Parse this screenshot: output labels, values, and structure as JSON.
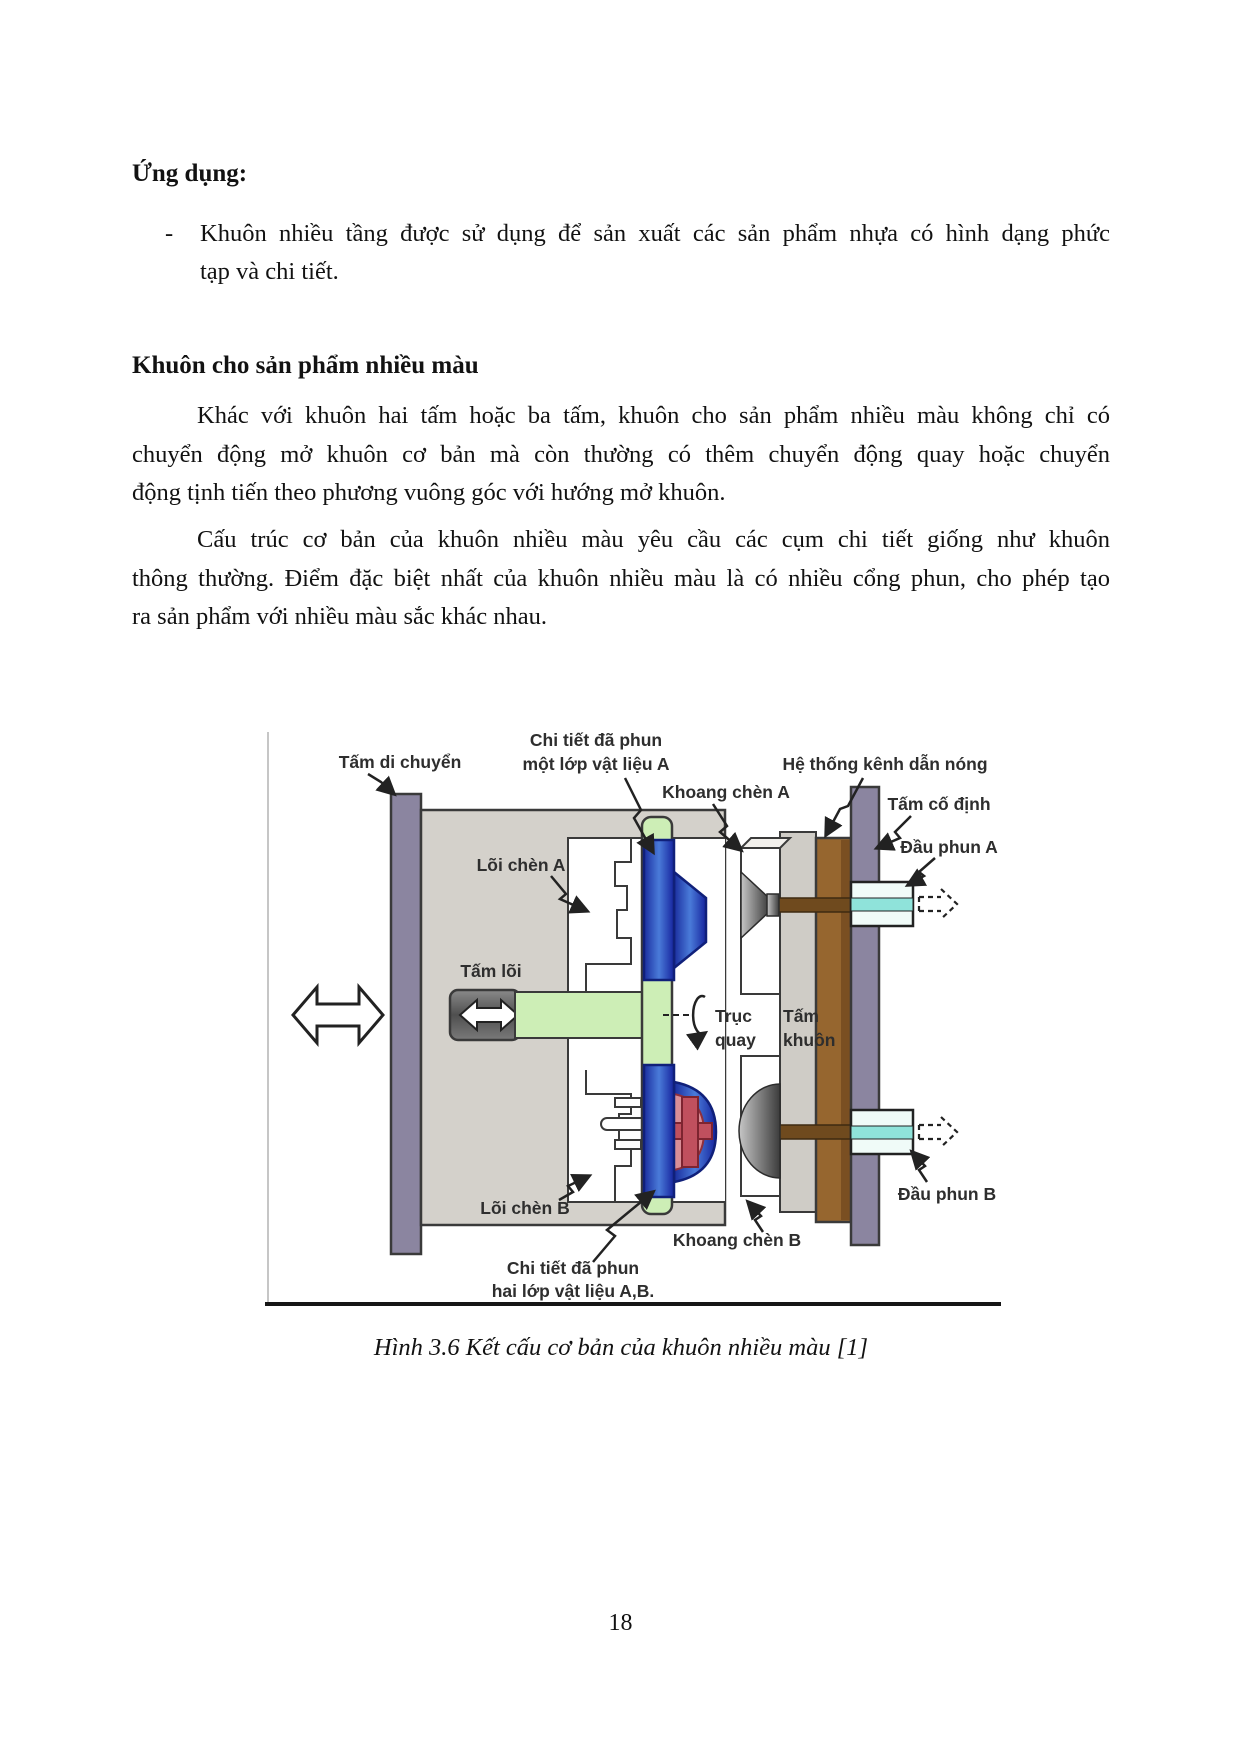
{
  "content": {
    "heading_applications": "Ứng dụng:",
    "bullet_dash": "-",
    "bullet_lines": [
      "Khuôn nhiều tầng được sử dụng để sản xuất các sản phẩm nhựa có hình dạng phức",
      "tạp và chi tiết."
    ],
    "heading_multicolor": "Khuôn cho sản phẩm nhiều màu",
    "para1_lines": [
      "Khác với khuôn hai tấm hoặc ba tấm, khuôn cho sản phẩm nhiều màu không chỉ có",
      "chuyển động mở khuôn cơ bản mà còn thường có thêm chuyển động quay hoặc chuyển",
      "động tịnh tiến theo phương vuông góc với hướng mở khuôn."
    ],
    "para2_lines": [
      "Cấu trúc cơ bản của khuôn nhiều màu yêu cầu các cụm chi tiết giống như khuôn",
      "thông thường. Điểm đặc biệt nhất của khuôn nhiều màu là có nhiều cổng phun, cho phép tạo",
      "ra sản phẩm với nhiều màu sắc khác nhau."
    ],
    "figure_caption": "Hình 3.6 Kết cấu cơ bản của khuôn nhiều màu [1]",
    "page_number": "18"
  },
  "figure": {
    "labels": {
      "moving_plate": "Tấm di chuyển",
      "part_a_line1": "Chi tiết đã phun",
      "part_a_line2": "một lớp vật liệu A",
      "cavity_a": "Khoang chèn A",
      "hot_runner": "Hệ thống kênh dẫn nóng",
      "fixed_plate": "Tấm cố định",
      "nozzle_a": "Đầu phun A",
      "core_a": "Lõi chèn A",
      "ejector_plate": "Tấm lõi",
      "rotary_line1": "Trục",
      "rotary_line2": "quay",
      "mold_plate_line1": "Tấm",
      "mold_plate_line2": "khuôn",
      "core_b": "Lõi chèn B",
      "part_b_line1": "Chi tiết đã phun",
      "part_b_line2": "hai lớp vật liệu A,B.",
      "cavity_b": "Khoang chèn B",
      "nozzle_b": "Đầu phun B"
    },
    "colors": {
      "plate_purple": "#8b85a0",
      "block_gray": "#d4d1cb",
      "outline": "#3a3a3a",
      "green": "#cdeeb6",
      "blue_dark": "#16249e",
      "blue_mid": "#4a7bd9",
      "red": "#c0505e",
      "pink": "#d98e97",
      "brown": "#96662f",
      "brown_dark": "#6f4a1e",
      "cyan_band": "#8fe3da",
      "cyan_light": "#f0fbf8"
    }
  }
}
